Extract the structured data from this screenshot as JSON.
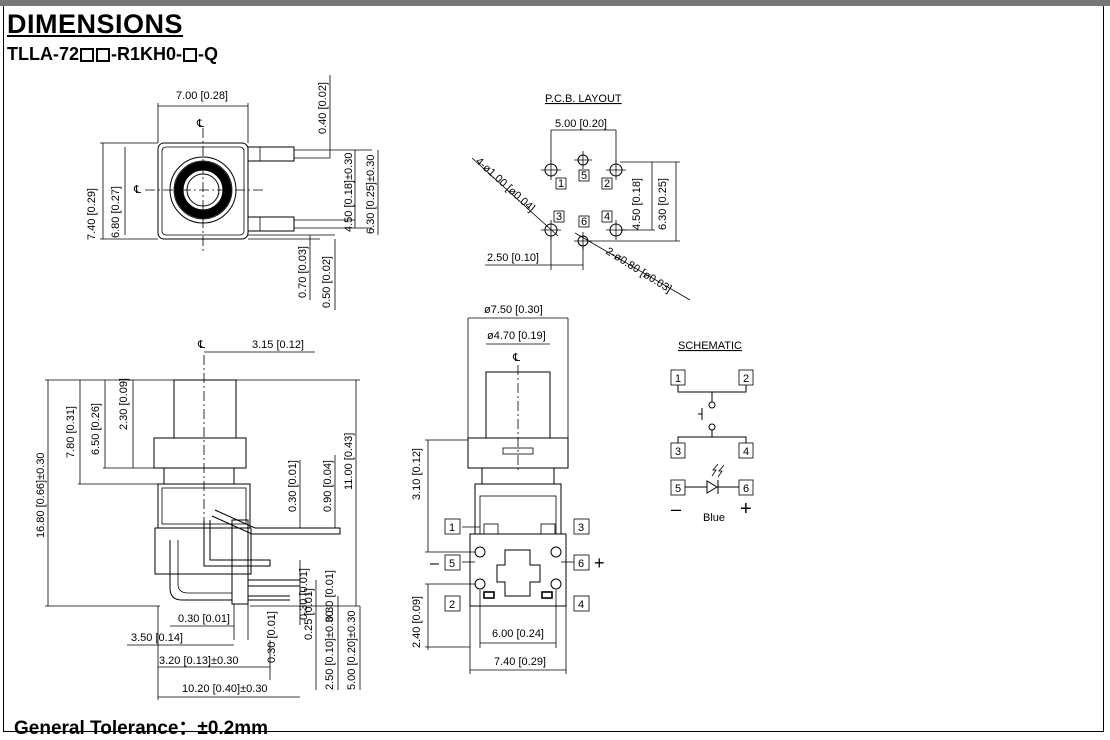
{
  "header": {
    "title": "DIMENSIONS",
    "part_prefix": "TLLA-72",
    "part_mid": "-R1KH0-",
    "part_suffix": "-Q"
  },
  "top_view": {
    "width": "7.00 [0.28]",
    "height_outer": "7.40 [0.29]",
    "height_inner": "6.80 [0.27]",
    "pin_offset": "0.40 [0.02]",
    "pin_span_a": "4.50 [0.18]±0.30",
    "pin_span_b": "6.30 [0.25]±0.30",
    "gap_a": "0.70 [0.03]",
    "gap_b": "0.50 [0.02]",
    "center_mark": "℄"
  },
  "pcb": {
    "title": "P.C.B. LAYOUT",
    "pitch_x": "5.00 [0.20]",
    "hole_big": "4-ø1.00 [ø0.04]",
    "hole_small": "2-ø0.80 [ø0.03]",
    "offset_x": "2.50 [0.10]",
    "pitch_y_a": "4.50 [0.18]",
    "pitch_y_b": "6.30 [0.25]",
    "pins": [
      "1",
      "2",
      "3",
      "4",
      "5",
      "6"
    ]
  },
  "side_view": {
    "offset": "3.15 [0.12]",
    "total_height": "16.80 [0.66]±0.30",
    "h1": "7.80 [0.31]",
    "h2": "6.50 [0.26]",
    "h3": "2.30 [0.09]",
    "h4": "11.00 [0.43]",
    "t1": "0.30 [0.01]",
    "t2": "0.90 [0.04]",
    "t3": "0.30 [0.01]",
    "t4": "0.30 [0.01]",
    "t5": "0.25 [0.01]",
    "b1": "2.50 [0.10]±0.30",
    "b2": "5.00 [0.20]±0.30",
    "w1": "3.50 [0.14]",
    "w2": "3.20 [0.13]±0.30",
    "w3": "10.20 [0.40]±0.30",
    "center_mark": "℄"
  },
  "front_view": {
    "dia_outer": "ø7.50 [0.30]",
    "dia_inner": "ø4.70 [0.19]",
    "h_top": "3.10 [0.12]",
    "h_bottom": "2.40 [0.09]",
    "w_inner": "6.00 [0.24]",
    "w_outer": "7.40 [0.29]",
    "pins": [
      "1",
      "5",
      "2",
      "3",
      "6",
      "4"
    ],
    "minus": "–",
    "plus": "+",
    "center_mark": "℄"
  },
  "schematic": {
    "title": "SCHEMATIC",
    "pins": [
      "1",
      "2",
      "3",
      "4",
      "5",
      "6"
    ],
    "led_label": "Blue",
    "minus": "–",
    "plus": "+"
  },
  "footer": {
    "tolerance": "General Tolerance：±0.2mm"
  }
}
